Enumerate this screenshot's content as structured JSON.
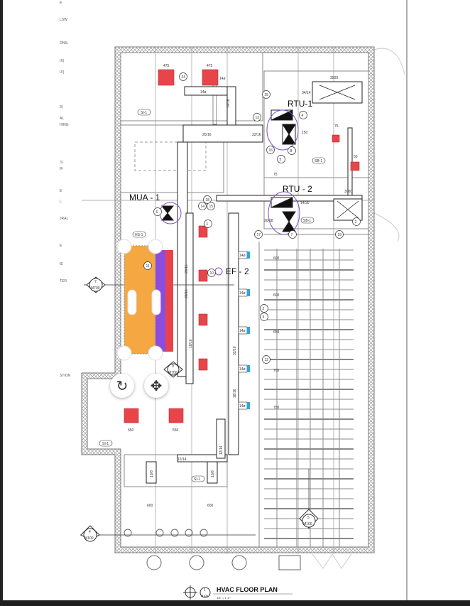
{
  "sheet": {
    "title": "HVAC FLOOR PLAN",
    "scale": "1/4\" = 1'-0\"",
    "title_marker": {
      "num": "1",
      "sheet": "M100"
    }
  },
  "margin_fragments": [
    "E",
    "LSW",
    "ONS.",
    "IX)",
    "IX)",
    "3)",
    "AL",
    "HING",
    "'S",
    "IF",
    "E",
    "L",
    "JRAL",
    "E",
    "IE",
    "TER",
    "STION"
  ],
  "equipment_labels": {
    "rtu1": "RTU-1",
    "rtu2": "RTU - 2",
    "mua1": "MUA - 1",
    "ef2": "EF - 2"
  },
  "section_markers": [
    {
      "num": "7",
      "sheet": "M700"
    },
    {
      "num": "9",
      "sheet": "M700"
    },
    {
      "num": "4",
      "sheet": "M100"
    },
    {
      "num": "5",
      "sheet": "M100"
    }
  ],
  "duct_labels": {
    "a": "14ø",
    "b": "14ø",
    "c": "34/14",
    "d": "20/16",
    "e": "32/16",
    "f": "14/16",
    "g": "14/30",
    "h": "30/18",
    "i": "20/16",
    "j": "20/16",
    "k": "18/16",
    "l": "32/16",
    "m": "18/16",
    "n": "12/14",
    "o": "12/14",
    "p": "10/8",
    "q": "10/8"
  },
  "branch_labels": [
    "14ø",
    "14ø",
    "14ø",
    "14ø",
    "14ø"
  ],
  "tags": {
    "t1": "475",
    "t2": "475",
    "t3": "3500",
    "t4": "150",
    "t5": "75",
    "t6": "50",
    "t7": "75",
    "t8": "3000",
    "t9": "600",
    "t10": "600",
    "t11": "650",
    "t12": "700",
    "t13": "750",
    "t14": "550",
    "t15": "550",
    "t16": "600",
    "t17": "600"
  },
  "keynotes": [
    "24",
    "25",
    "13",
    "4",
    "16",
    "8",
    "14",
    "15",
    "1",
    "6",
    "2",
    "19",
    "17",
    "7",
    "10",
    "11",
    "12",
    "2",
    "3",
    "5",
    "18"
  ],
  "small_tags": {
    "si1": "SI-1",
    "si1b": "SI-1",
    "sb1": "SB-1",
    "sb1b": "SB-1",
    "hs1": "HS-1"
  },
  "selection": {
    "rotate_icon": "rotate-icon",
    "move_icon": "move-icon",
    "fill": "#f5a742",
    "strip1": "#8a4de0",
    "strip2": "#e8424a"
  },
  "colors": {
    "diffuser_red": "#e8454b",
    "branch_blue": "#29a9e0",
    "callout_purple": "#7a52c7"
  }
}
